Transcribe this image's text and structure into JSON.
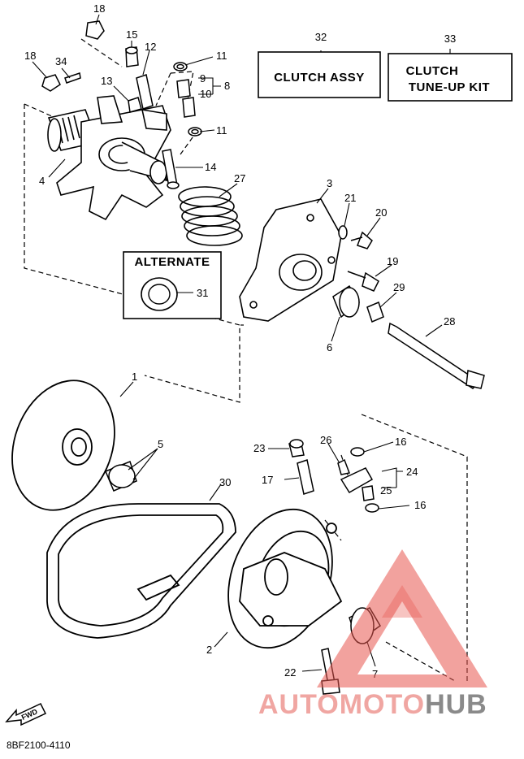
{
  "boxes": {
    "clutch_assy": {
      "ref": "32",
      "label": "CLUTCH ASSY"
    },
    "tune_up": {
      "ref": "33",
      "line1": "CLUTCH",
      "line2": "TUNE-UP KIT"
    },
    "alternate": {
      "title": "ALTERNATE",
      "ref": "31"
    }
  },
  "callouts": [
    "18",
    "18",
    "15",
    "12",
    "34",
    "13",
    "11",
    "9",
    "10",
    "8",
    "11",
    "4",
    "14",
    "27",
    "3",
    "21",
    "20",
    "19",
    "29",
    "28",
    "6",
    "1",
    "5",
    "23",
    "26",
    "16",
    "24",
    "17",
    "25",
    "16",
    "30",
    "2",
    "22",
    "7"
  ],
  "fwd_label": "FWD",
  "drawing_code": "8BF2100-4110",
  "watermark": {
    "part1": "AUTOMOTO",
    "part2": "HUB",
    "accent": "#f0a6a2",
    "gray": "#8a8a8a"
  },
  "colors": {
    "ink": "#000000",
    "watermark_red": "#e8564e"
  }
}
